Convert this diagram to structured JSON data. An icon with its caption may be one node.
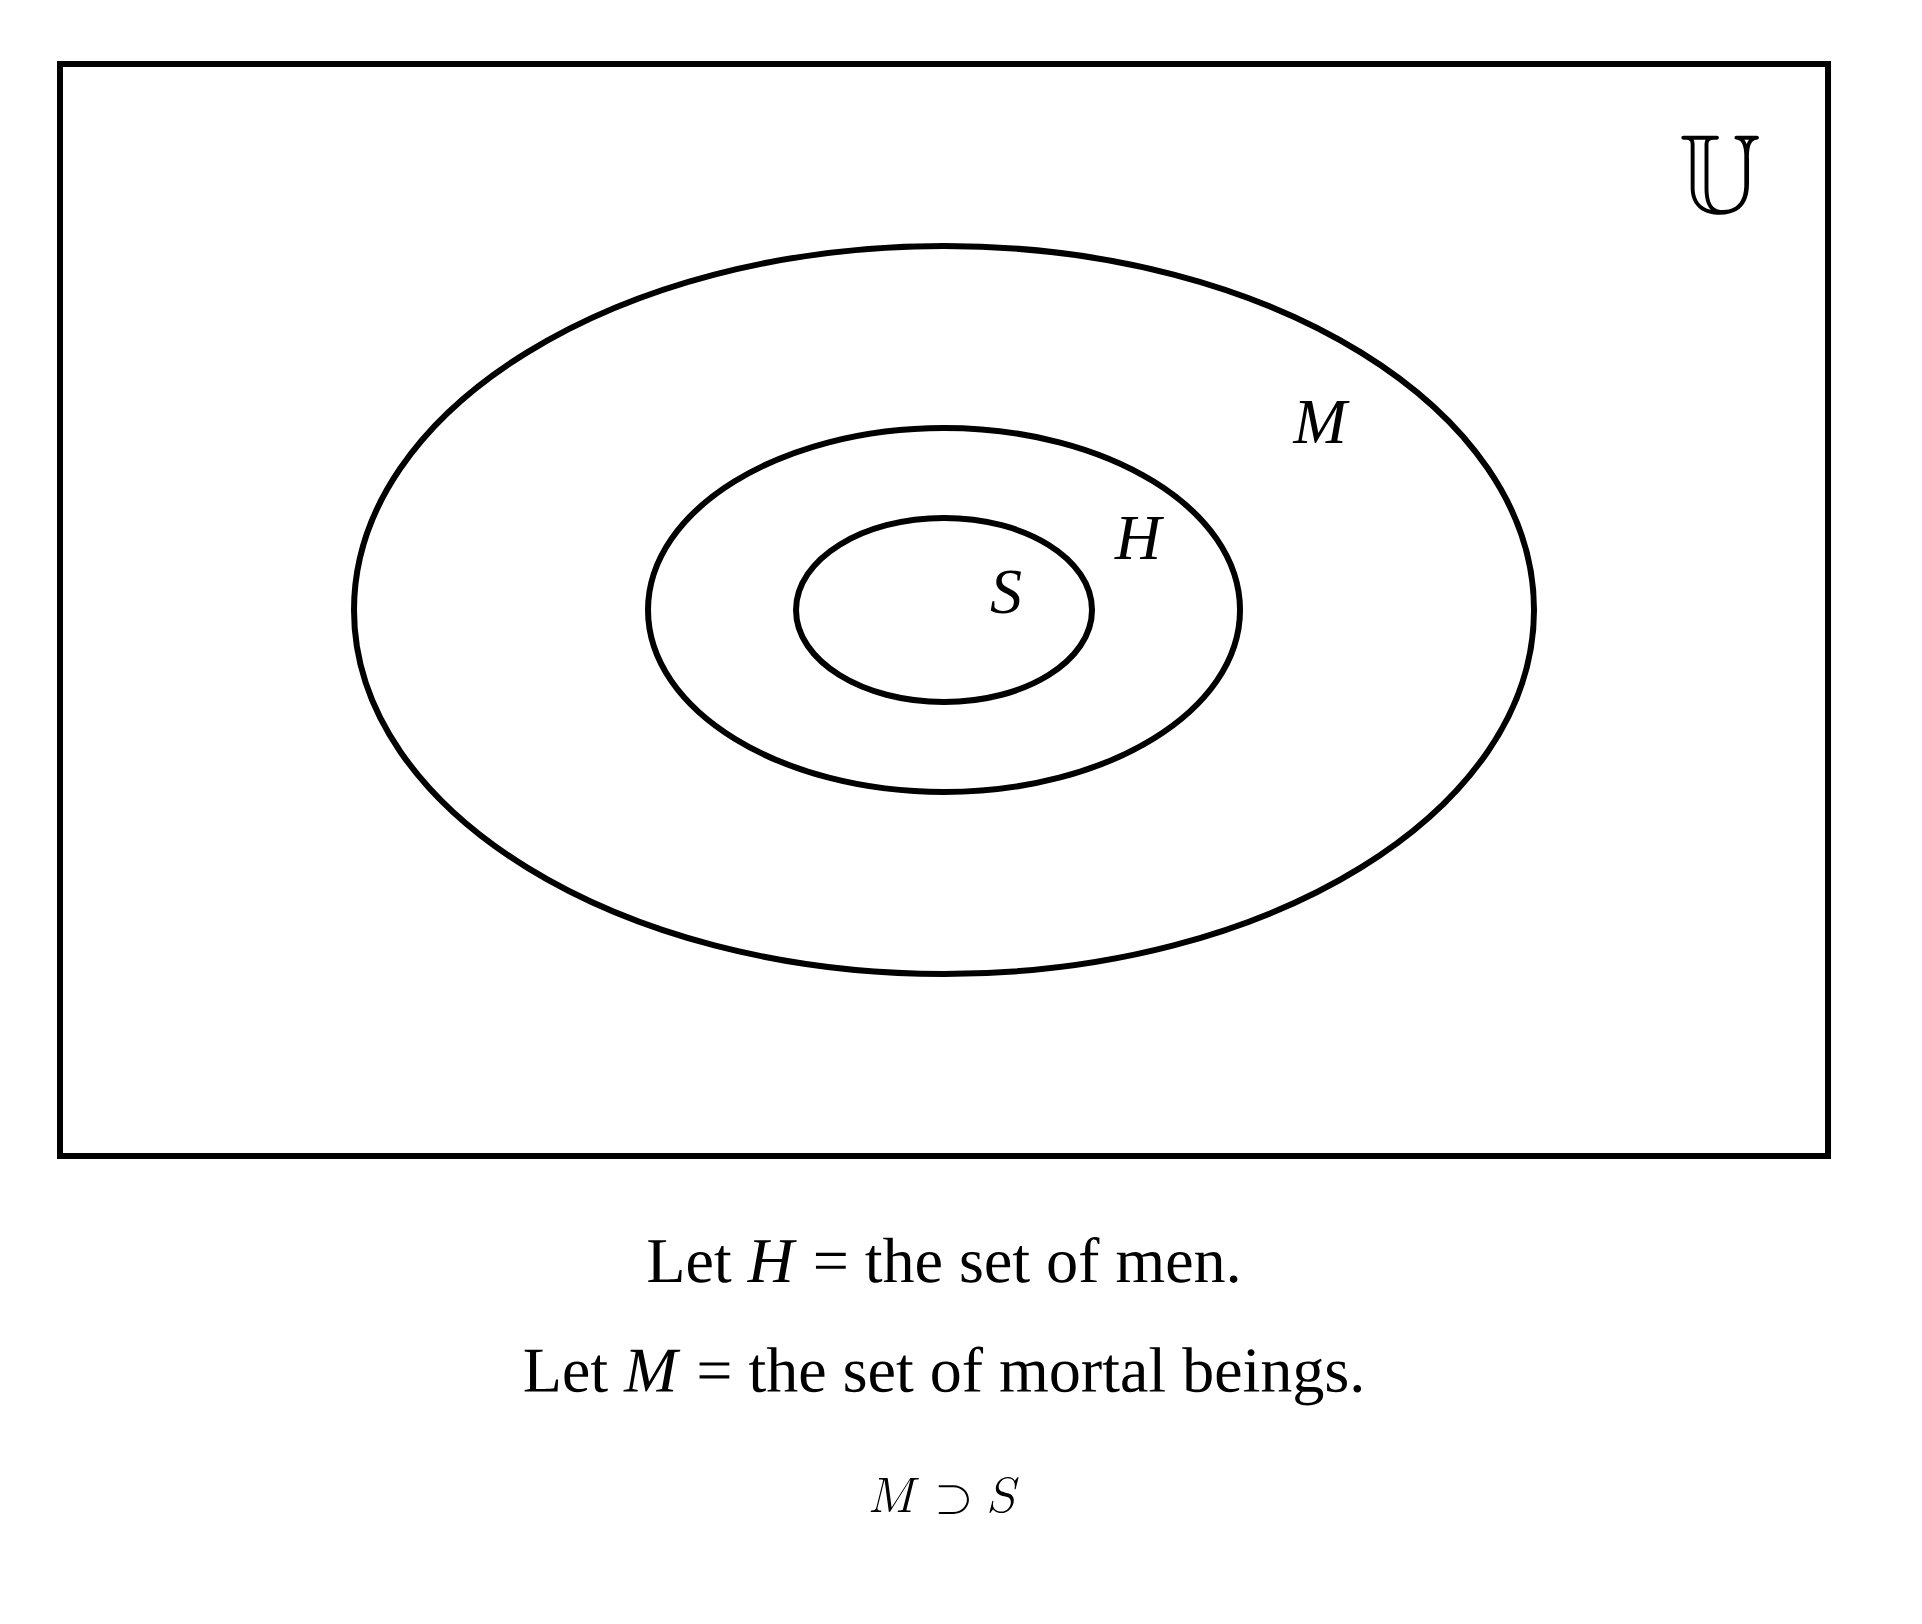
{
  "diagram": {
    "nodes": [
      {
        "text": [
          "\\mathbb{U}"
        ]
      },
      {
        "text": [
          "M"
        ],
        "in": 0
      },
      {
        "text": [
          "H"
        ],
        "in": 1
      },
      {
        "text": [
          "S"
        ],
        "in": 2
      }
    ],
    "labels": [
      "Let *H* = the set of men.",
      "Let *M* = the set of mortal beings.",
      "M \\supset S"
    ]
  }
}
